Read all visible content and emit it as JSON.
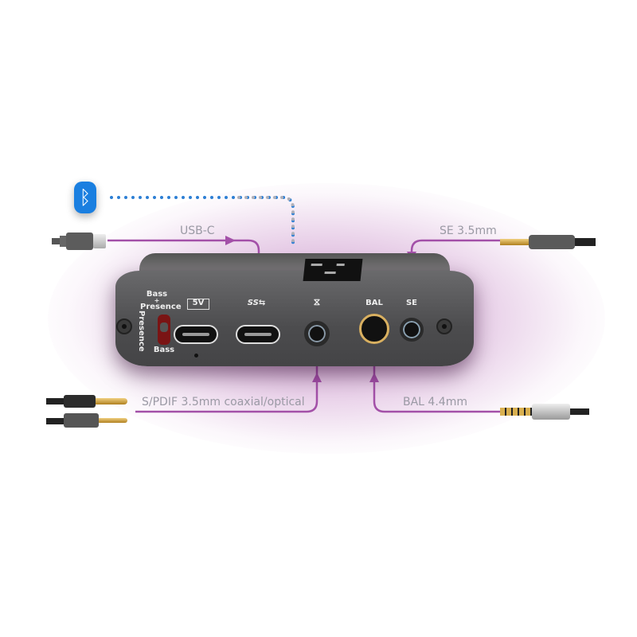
{
  "diagram": {
    "connections": [
      {
        "label": "USB-C",
        "from": "usb-c-cable",
        "to": "usb-c-data-port"
      },
      {
        "label": "SE 3.5mm",
        "from": "3.5mm-plug",
        "to": "se-jack"
      },
      {
        "label": "S/PDIF 3.5mm coaxial/optical",
        "from": "spdif-plugs",
        "to": "spdif-jack"
      },
      {
        "label": "BAL 4.4mm",
        "from": "4.4mm-plug",
        "to": "bal-jack"
      },
      {
        "label": "",
        "from": "bluetooth-icon",
        "to": "device",
        "style": "dotted"
      }
    ],
    "device": {
      "switch_top_label_1": "Bass",
      "switch_top_label_plus": "+",
      "switch_top_label_2": "Presence",
      "switch_side_label": "Presence",
      "switch_bottom_label": "Bass",
      "power_port_label": "5V",
      "usb_data_label": "SS",
      "spdif_icon": "spdif-icon",
      "bal_label": "BAL",
      "se_label": "SE"
    },
    "captions": {
      "usb_c": "USB-C",
      "se": "SE 3.5mm",
      "spdif": "S/PDIF 3.5mm coaxial/optical",
      "bal": "BAL 4.4mm"
    },
    "colors": {
      "line": "#a350a8",
      "bluetooth": "#1a7fe0",
      "caption": "#9a99a4",
      "device": "#4e4e50",
      "glow": "#b070b0"
    },
    "icons": {
      "bluetooth": "bluetooth-icon",
      "spdif": "spdif-icon",
      "battery": "battery-icon",
      "usb": "usb-icon"
    }
  }
}
